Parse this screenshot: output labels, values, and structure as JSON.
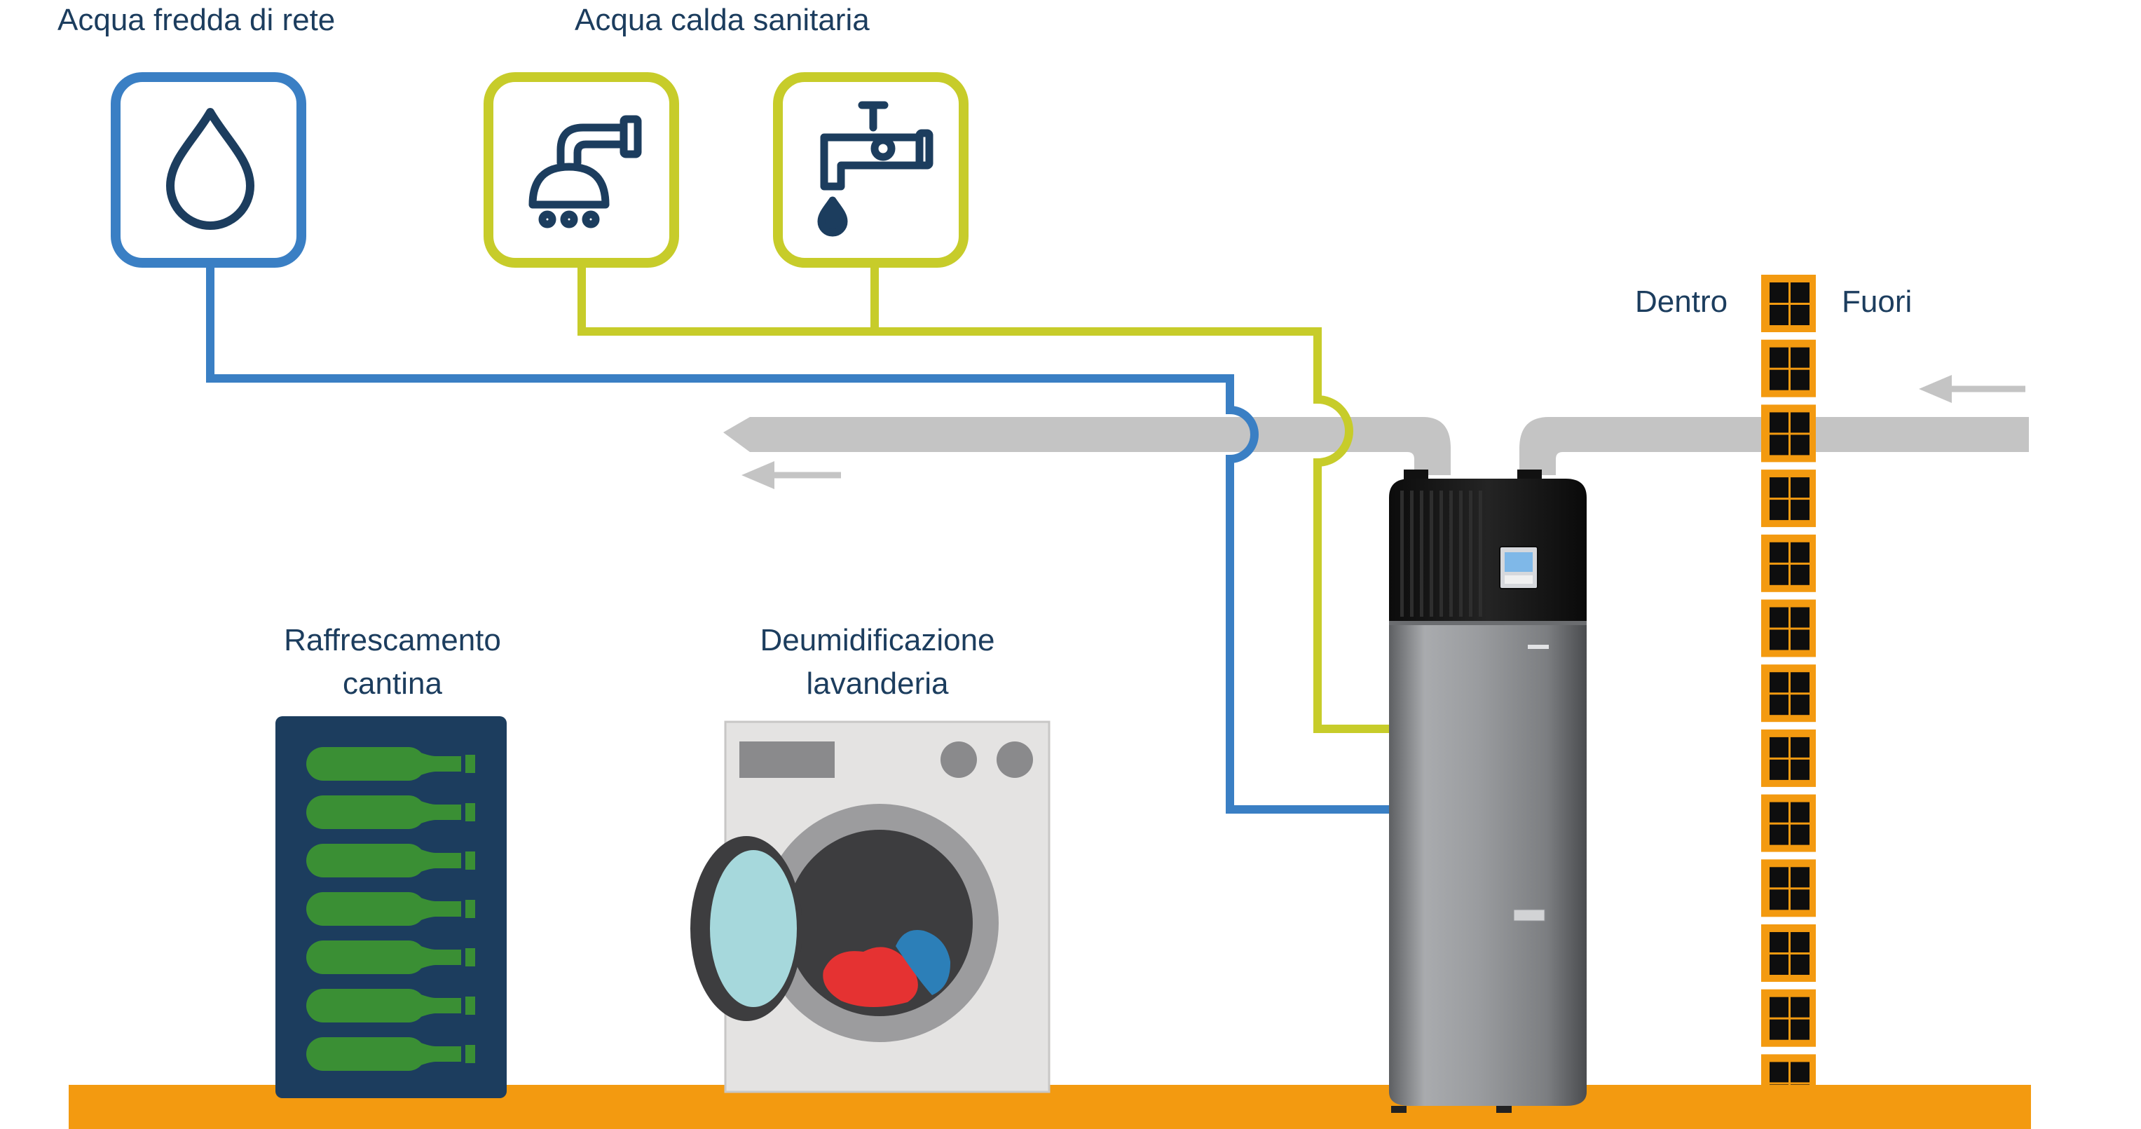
{
  "labels": {
    "cold_water": "Acqua fredda di rete",
    "hot_water": "Acqua calda sanitaria",
    "inside": "Dentro",
    "outside": "Fuori",
    "cellar_line1": "Raffrescamento",
    "cellar_line2": "cantina",
    "laundry_line1": "Deumidificazione",
    "laundry_line2": "lavanderia"
  },
  "colors": {
    "cold_pipe": "#3a7fc4",
    "hot_pipe": "#c7cc2a",
    "air_duct": "#c4c4c4",
    "floor": "#f39a10",
    "wall_brick": "#f39a10",
    "text": "#1c3d5e",
    "wine_rack": "#1c3d5e",
    "bottle": "#3a8f34"
  },
  "icons": {
    "cold_water": "water-drop-icon",
    "shower": "shower-icon",
    "faucet": "faucet-icon"
  }
}
